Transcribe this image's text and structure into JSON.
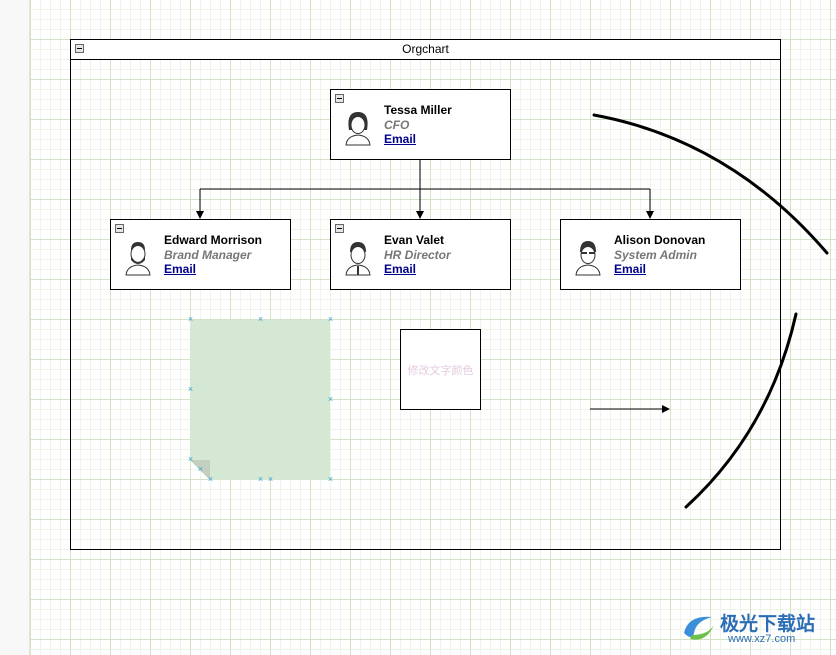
{
  "pool": {
    "title": "Orgchart"
  },
  "people": [
    {
      "name": "Tessa Miller",
      "role": "CFO",
      "email": "Email"
    },
    {
      "name": "Edward Morrison",
      "role": "Brand Manager",
      "email": "Email"
    },
    {
      "name": "Evan Valet",
      "role": "HR Director",
      "email": "Email"
    },
    {
      "name": "Alison Donovan",
      "role": "System Admin",
      "email": "Email"
    }
  ],
  "textbox": {
    "text": "修改文字颜色"
  },
  "watermark": {
    "brand": "极光下载站",
    "url": "www.xz7.com"
  },
  "colors": {
    "grid": "#d4e3c6",
    "note": "#d5e8d4",
    "handle": "#3b9fd6",
    "link": "#00008b"
  }
}
